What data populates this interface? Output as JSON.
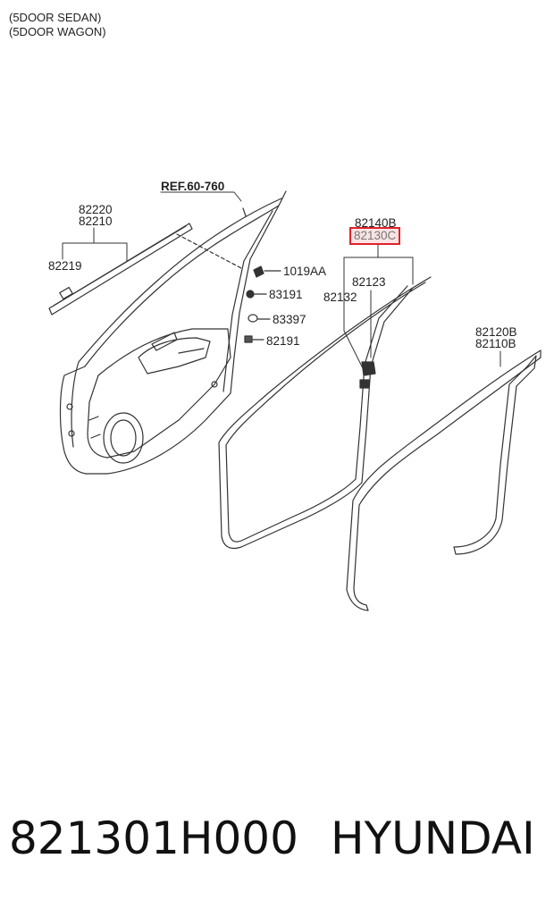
{
  "header": {
    "line1": "(5DOOR SEDAN)",
    "line2": "(5DOOR WAGON)"
  },
  "labels": {
    "ref": "REF.60-760",
    "p82220": "82220",
    "p82210": "82210",
    "p82219": "82219",
    "p1019AA": "1019AA",
    "p83191": "83191",
    "p83397": "83397",
    "p82191": "82191",
    "p82140B": "82140B",
    "p82130C": "82130C",
    "p82123": "82123",
    "p82132": "82132",
    "p82120B": "82120B",
    "p82110B": "82110B"
  },
  "footer": {
    "part_number": "821301H000",
    "brand": "HYUNDAI"
  },
  "colors": {
    "line": "#333333",
    "highlight_border": "#e0222a",
    "highlight_fill": "#fbe3e3"
  }
}
